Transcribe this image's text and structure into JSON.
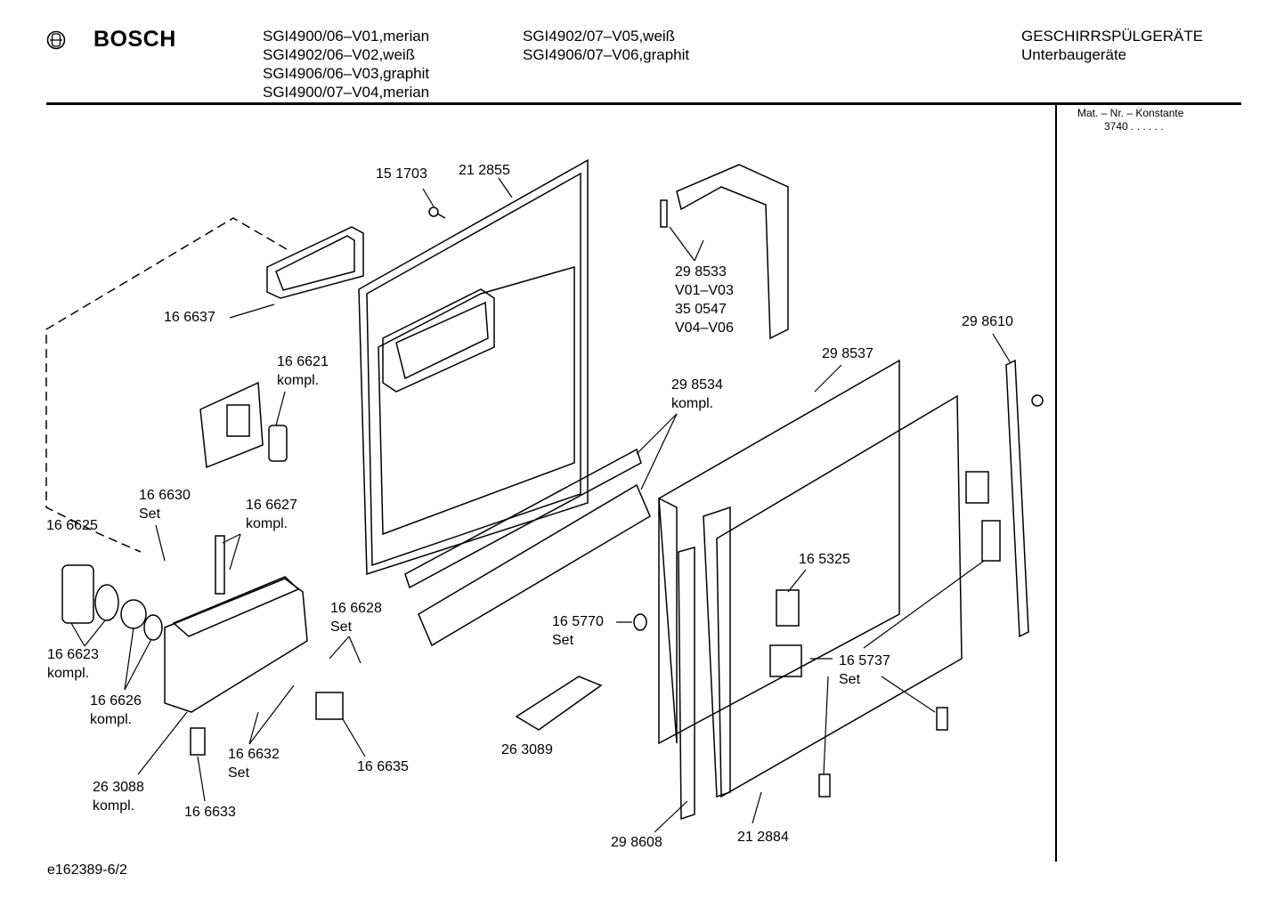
{
  "header": {
    "brand": "BOSCH",
    "models_col1": [
      "SGI4900/06–V01,merian",
      "SGI4902/06–V02,weiß",
      "SGI4906/06–V03,graphit",
      "SGI4900/07–V04,merian"
    ],
    "models_col2": [
      "SGI4902/07–V05,weiß",
      "SGI4906/07–V06,graphit"
    ],
    "category": "GESCHIRRSPÜLGERÄTE",
    "subcategory": "Unterbaugeräte"
  },
  "material": {
    "label": "Mat. – Nr. – Konstante",
    "value": "3740 . .   . . . ."
  },
  "callouts": [
    {
      "lines": [
        "15 1703"
      ]
    },
    {
      "lines": [
        "21 2855"
      ]
    },
    {
      "lines": [
        "29 8533",
        "V01–V03",
        "35 0547",
        "V04–V06"
      ]
    },
    {
      "lines": [
        "16 6637"
      ]
    },
    {
      "lines": [
        "16 6621",
        "kompl."
      ]
    },
    {
      "lines": [
        "29 8610"
      ]
    },
    {
      "lines": [
        "29 8537"
      ]
    },
    {
      "lines": [
        "29 8534",
        "kompl."
      ]
    },
    {
      "lines": [
        "16 6630",
        "Set"
      ]
    },
    {
      "lines": [
        "16 6627",
        "kompl."
      ]
    },
    {
      "lines": [
        "16 6625"
      ]
    },
    {
      "lines": [
        "16 5325"
      ]
    },
    {
      "lines": [
        "16 6628",
        "Set"
      ]
    },
    {
      "lines": [
        "16 5770",
        "Set"
      ]
    },
    {
      "lines": [
        "16 6623",
        "kompl."
      ]
    },
    {
      "lines": [
        "16 5737",
        "Set"
      ]
    },
    {
      "lines": [
        "16 6626",
        "kompl."
      ]
    },
    {
      "lines": [
        "26 3089"
      ]
    },
    {
      "lines": [
        "16 6632",
        "Set"
      ]
    },
    {
      "lines": [
        "16 6635"
      ]
    },
    {
      "lines": [
        "26 3088",
        "kompl."
      ]
    },
    {
      "lines": [
        "16 6633"
      ]
    },
    {
      "lines": [
        "29 8608"
      ]
    },
    {
      "lines": [
        "21 2884"
      ]
    }
  ],
  "footer": {
    "drawing_id": "e162389-6/2"
  }
}
